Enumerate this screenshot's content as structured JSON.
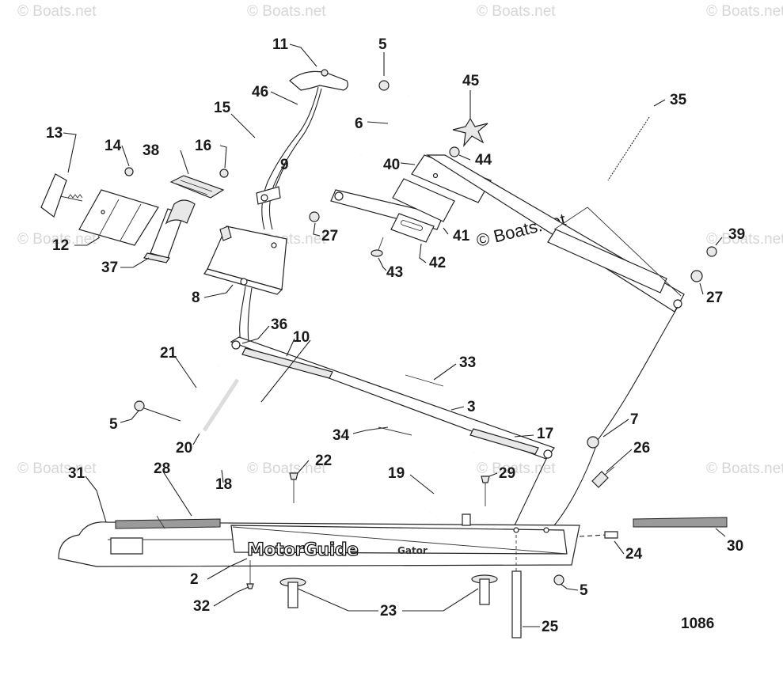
{
  "watermarks": {
    "small": "© Boats.net",
    "center": "© Boats.net"
  },
  "diagram_id": "1086",
  "brand": {
    "main": "MotorGuide",
    "secondary": "Gator"
  },
  "callouts": {
    "c1": "11",
    "c2": "5",
    "c3": "46",
    "c4": "45",
    "c5": "35",
    "c6": "15",
    "c7": "13",
    "c8": "14",
    "c9": "38",
    "c10": "16",
    "c11": "6",
    "c12": "9",
    "c13": "40",
    "c14": "44",
    "c15": "12",
    "c16": "27",
    "c17": "41",
    "c18": "37",
    "c19": "43",
    "c20": "42",
    "c21": "39",
    "c22": "27",
    "c23": "8",
    "c24": "36",
    "c25": "10",
    "c26": "21",
    "c27": "33",
    "c28": "3",
    "c29": "5",
    "c30": "7",
    "c31": "34",
    "c32": "17",
    "c33": "20",
    "c34": "26",
    "c35": "22",
    "c36": "18",
    "c37": "31",
    "c38": "28",
    "c39": "19",
    "c40": "29",
    "c41": "30",
    "c42": "24",
    "c43": "2",
    "c44": "5",
    "c45": "32",
    "c46": "23",
    "c47": "25"
  }
}
